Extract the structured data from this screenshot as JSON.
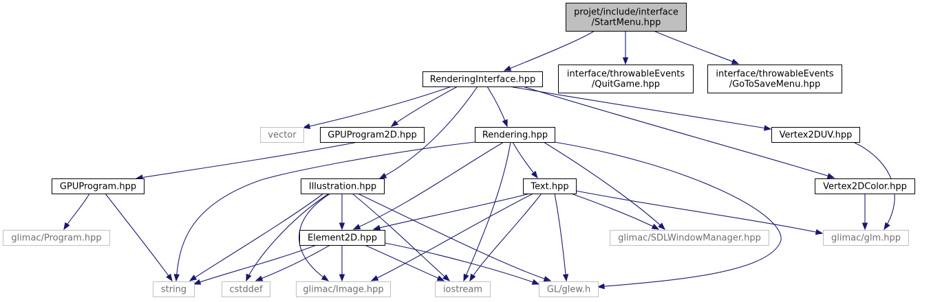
{
  "nodes": [
    {
      "id": "start",
      "lines": [
        "projet/include/interface",
        "/StartMenu.hpp"
      ],
      "kind": "root"
    },
    {
      "id": "rendering_interface",
      "lines": [
        "RenderingInterface.hpp"
      ],
      "kind": "local"
    },
    {
      "id": "quit_game",
      "lines": [
        "interface/throwableEvents",
        "/QuitGame.hpp"
      ],
      "kind": "local"
    },
    {
      "id": "go_to_save",
      "lines": [
        "interface/throwableEvents",
        "/GoToSaveMenu.hpp"
      ],
      "kind": "local"
    },
    {
      "id": "vector",
      "lines": [
        "vector"
      ],
      "kind": "external"
    },
    {
      "id": "gpuprogram2d",
      "lines": [
        "GPUProgram2D.hpp"
      ],
      "kind": "local"
    },
    {
      "id": "rendering",
      "lines": [
        "Rendering.hpp"
      ],
      "kind": "local"
    },
    {
      "id": "vertex2duv",
      "lines": [
        "Vertex2DUV.hpp"
      ],
      "kind": "local"
    },
    {
      "id": "gpuprogram",
      "lines": [
        "GPUProgram.hpp"
      ],
      "kind": "local"
    },
    {
      "id": "illustration",
      "lines": [
        "Illustration.hpp"
      ],
      "kind": "local"
    },
    {
      "id": "text",
      "lines": [
        "Text.hpp"
      ],
      "kind": "local"
    },
    {
      "id": "vertex2dcolor",
      "lines": [
        "Vertex2DColor.hpp"
      ],
      "kind": "local"
    },
    {
      "id": "glimac_program",
      "lines": [
        "glimac/Program.hpp"
      ],
      "kind": "external"
    },
    {
      "id": "element2d",
      "lines": [
        "Element2D.hpp"
      ],
      "kind": "local"
    },
    {
      "id": "sdl_window",
      "lines": [
        "glimac/SDLWindowManager.hpp"
      ],
      "kind": "external"
    },
    {
      "id": "glm",
      "lines": [
        "glimac/glm.hpp"
      ],
      "kind": "external"
    },
    {
      "id": "string",
      "lines": [
        "string"
      ],
      "kind": "external"
    },
    {
      "id": "cstddef",
      "lines": [
        "cstddef"
      ],
      "kind": "external"
    },
    {
      "id": "image",
      "lines": [
        "glimac/Image.hpp"
      ],
      "kind": "external"
    },
    {
      "id": "iostream",
      "lines": [
        "iostream"
      ],
      "kind": "external"
    },
    {
      "id": "glew",
      "lines": [
        "GL/glew.h"
      ],
      "kind": "external"
    }
  ],
  "edges": [
    {
      "from": "start",
      "to": "rendering_interface"
    },
    {
      "from": "start",
      "to": "quit_game"
    },
    {
      "from": "start",
      "to": "go_to_save"
    },
    {
      "from": "rendering_interface",
      "to": "vector"
    },
    {
      "from": "rendering_interface",
      "to": "gpuprogram2d"
    },
    {
      "from": "rendering_interface",
      "to": "rendering"
    },
    {
      "from": "rendering_interface",
      "to": "vertex2duv"
    },
    {
      "from": "rendering_interface",
      "to": "illustration"
    },
    {
      "from": "rendering_interface",
      "to": "vertex2dcolor"
    },
    {
      "from": "gpuprogram2d",
      "to": "gpuprogram"
    },
    {
      "from": "gpuprogram",
      "to": "glimac_program"
    },
    {
      "from": "gpuprogram",
      "to": "string"
    },
    {
      "from": "rendering",
      "to": "string"
    },
    {
      "from": "rendering",
      "to": "text"
    },
    {
      "from": "rendering",
      "to": "element2d"
    },
    {
      "from": "rendering",
      "to": "sdl_window"
    },
    {
      "from": "rendering",
      "to": "iostream"
    },
    {
      "from": "rendering",
      "to": "glew"
    },
    {
      "from": "vertex2duv",
      "to": "glm"
    },
    {
      "from": "vertex2dcolor",
      "to": "glm"
    },
    {
      "from": "illustration",
      "to": "string"
    },
    {
      "from": "illustration",
      "to": "cstddef"
    },
    {
      "from": "illustration",
      "to": "element2d"
    },
    {
      "from": "illustration",
      "to": "image"
    },
    {
      "from": "illustration",
      "to": "iostream"
    },
    {
      "from": "illustration",
      "to": "glew"
    },
    {
      "from": "text",
      "to": "element2d"
    },
    {
      "from": "text",
      "to": "sdl_window"
    },
    {
      "from": "text",
      "to": "glm"
    },
    {
      "from": "text",
      "to": "image"
    },
    {
      "from": "text",
      "to": "iostream"
    },
    {
      "from": "text",
      "to": "glew"
    },
    {
      "from": "element2d",
      "to": "string"
    },
    {
      "from": "element2d",
      "to": "cstddef"
    },
    {
      "from": "element2d",
      "to": "image"
    },
    {
      "from": "element2d",
      "to": "iostream"
    },
    {
      "from": "element2d",
      "to": "glew"
    }
  ]
}
